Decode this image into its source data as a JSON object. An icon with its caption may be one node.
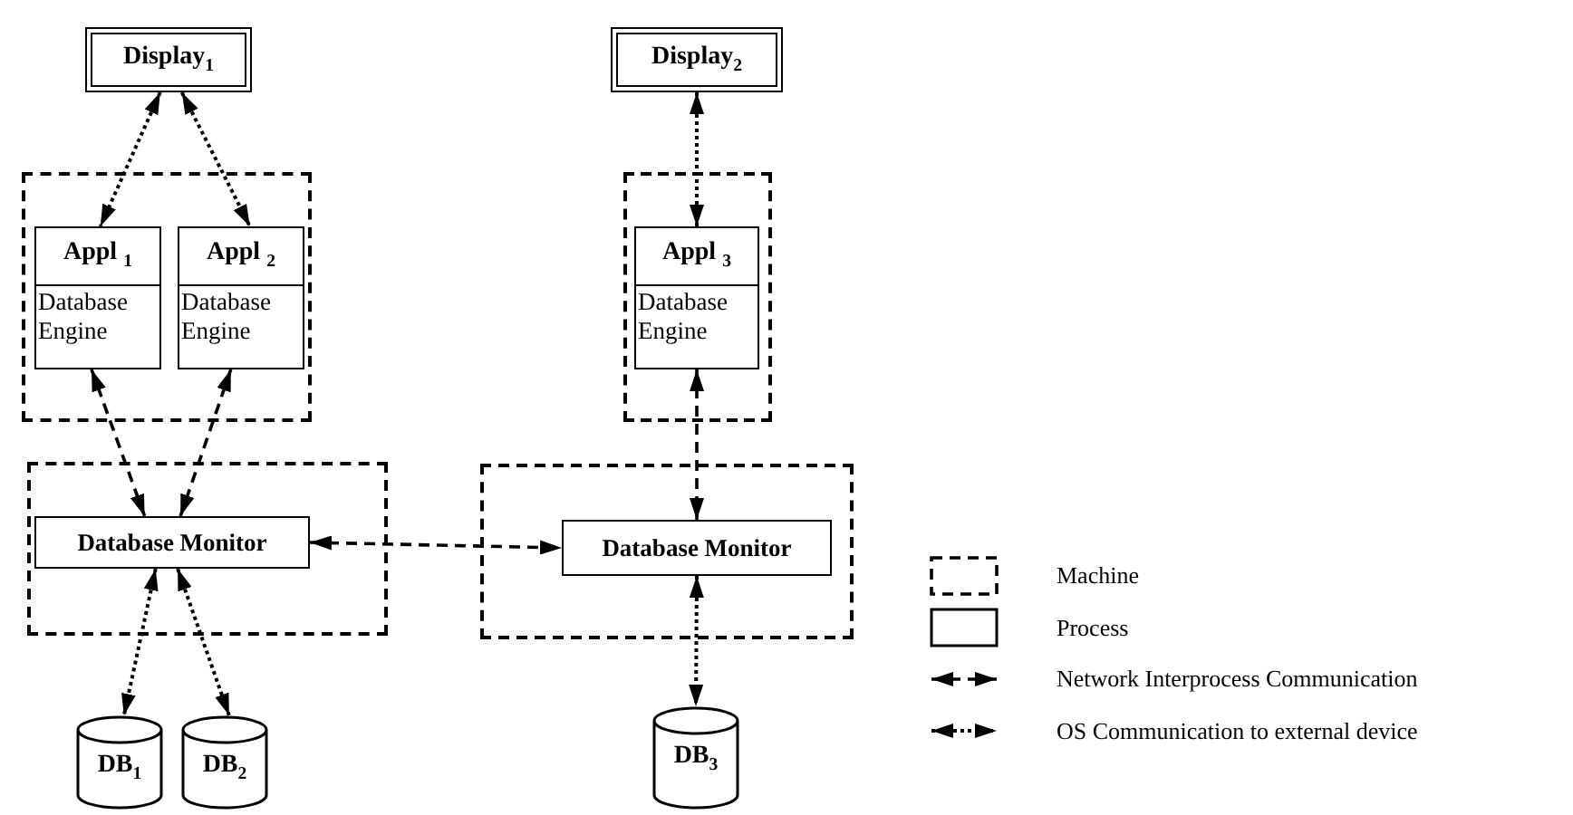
{
  "diagram": {
    "nodes": [
      {
        "text": [
          "Display$_{1}$"
        ]
      },
      {
        "text": [],
        "shape": "box"
      },
      {
        "text": [
          "Appl $_{1}$",
          "Database Engine"
        ],
        "in": 1
      },
      {
        "text": [
          "Appl $_{2}$",
          "Database Engine"
        ],
        "in": 1
      },
      {
        "text": [
          "Display$_{2}$"
        ]
      },
      {
        "text": [],
        "shape": "box"
      },
      {
        "text": [
          "Appl $_{3}$",
          "Database Engine"
        ],
        "in": 5
      },
      {
        "text": [],
        "shape": "box"
      },
      {
        "text": [
          "Database Monitor"
        ],
        "in": 7
      },
      {
        "text": [],
        "shape": "box"
      },
      {
        "text": [
          "Database Monitor"
        ],
        "in": 9
      },
      {
        "text": [
          "DB$_{1}$"
        ]
      },
      {
        "text": [
          "DB$_{2}$"
        ]
      },
      {
        "text": [
          "DB$_{3}$"
        ]
      }
    ],
    "edges": [
      {
        "from": 0,
        "to": 2,
        "arrow": "both"
      },
      {
        "from": 0,
        "to": 3,
        "arrow": "both"
      },
      {
        "from": 4,
        "to": 6,
        "arrow": "both"
      },
      {
        "from": 2,
        "to": 8,
        "arrow": "both",
        "style": "dashed"
      },
      {
        "from": 3,
        "to": 8,
        "arrow": "both",
        "style": "dashed"
      },
      {
        "from": 8,
        "to": 10,
        "arrow": "both",
        "style": "dashed"
      },
      {
        "from": 6,
        "to": 10,
        "arrow": "both",
        "style": "dashed"
      },
      {
        "from": 8,
        "to": 11,
        "arrow": "both"
      },
      {
        "from": 8,
        "to": 12,
        "arrow": "both"
      },
      {
        "from": 10,
        "to": 13,
        "arrow": "both"
      }
    ],
    "legend": [
      {
        "text": "Machine"
      },
      {
        "text": "Process"
      },
      {
        "text": "Network Interprocess Communication"
      },
      {
        "text": "OS Communication to external device"
      }
    ]
  }
}
